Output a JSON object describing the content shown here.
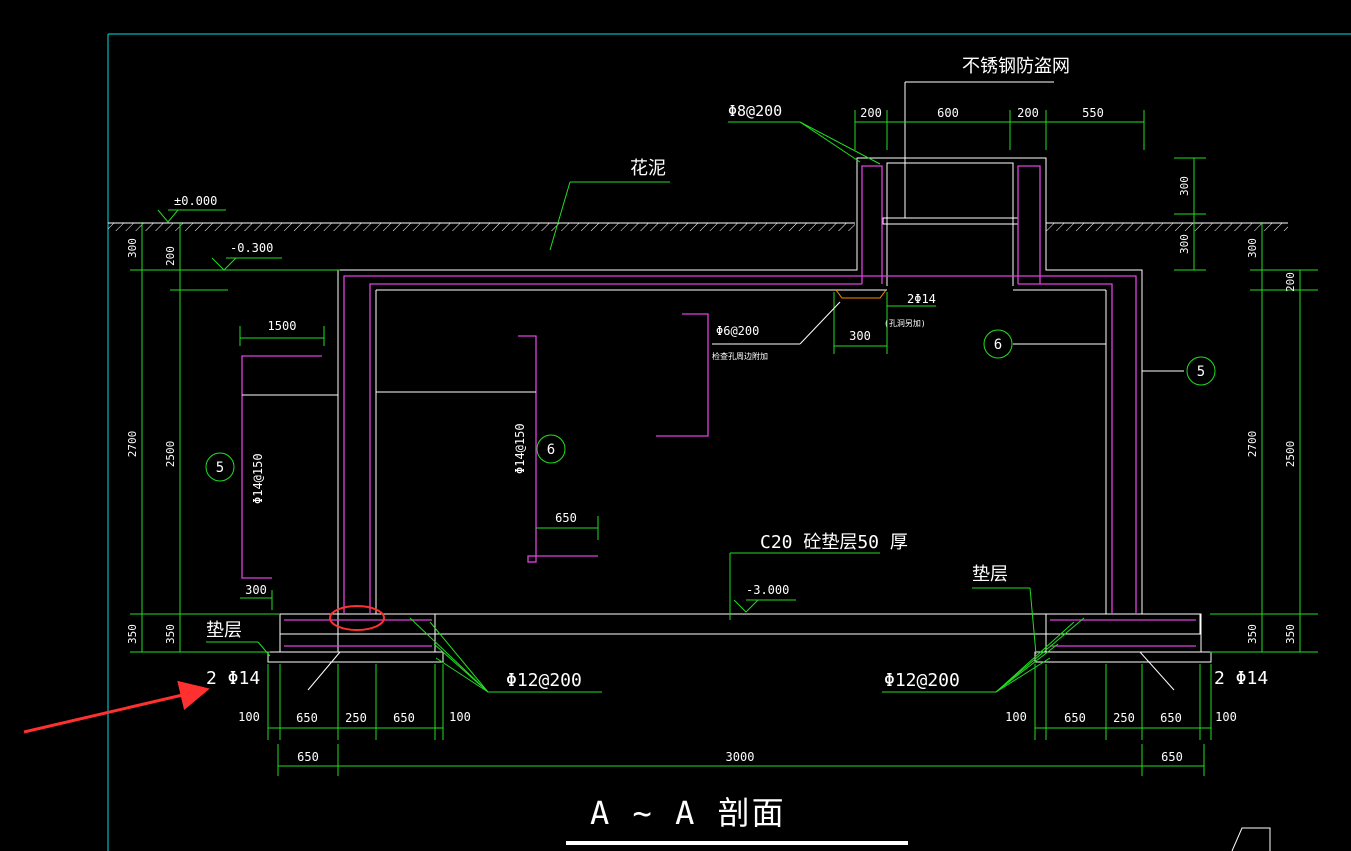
{
  "labels": {
    "stainless_net": "不锈钢防盗网",
    "flower_mud": "花泥",
    "rebar_phi8": "Φ8@200",
    "elev_zero": "±0.000",
    "elev_m0300": "-0.300",
    "elev_m3000": "-3.000",
    "rebar_2phi14_top": "2Φ14",
    "opening_note": "(孔洞另加)",
    "rebar_phi6": "Φ6@200",
    "opening_note2": "检查孔周边附加",
    "rebar_phi14_left": "Φ14@150",
    "rebar_phi14_mid": "Φ14@150",
    "c20_cushion": "C20  砼垫层50  厚",
    "cushion_left": "垫层",
    "cushion_right": "垫层",
    "rebar_phi12_left": "Φ12@200",
    "rebar_phi12_right": "Φ12@200",
    "rebar_2phi14_left": "2 Φ14",
    "rebar_2phi14_right": "2 Φ14",
    "section_title": "A ~ A  剖面"
  },
  "circles": {
    "c5_left": "5",
    "c6_mid": "6",
    "c6_right": "6",
    "c5_right": "5"
  },
  "dims": {
    "top_200a": "200",
    "top_600": "600",
    "top_200b": "200",
    "top_550": "550",
    "r_300a": "300",
    "r_300b": "300",
    "l_300": "300",
    "l_200": "200",
    "l_2700": "2700",
    "l_2500": "2500",
    "l_350a": "350",
    "l_350b": "350",
    "d_1500": "1500",
    "d_300_bar": "300",
    "d_650_bar": "650",
    "d_300_open": "300",
    "r_300c": "300",
    "r_200": "200",
    "r_2700": "2700",
    "r_2500": "2500",
    "r_350a": "350",
    "r_350b": "350",
    "b_100a": "100",
    "b_650a": "650",
    "b_250a": "250",
    "b_650b": "650",
    "b_100b": "100",
    "b_100c": "100",
    "b_650c": "650",
    "b_250b": "250",
    "b_650d": "650",
    "b_100d": "100",
    "b_650_left": "650",
    "b_3000": "3000",
    "b_650_right": "650"
  },
  "colors": {
    "background": "#000000",
    "frame": "#00e0e0",
    "dimension": "#22dd22",
    "rebar": "#e040e0",
    "outline": "#ffffff",
    "highlight": "#ff3030",
    "opening": "#ff8800"
  }
}
